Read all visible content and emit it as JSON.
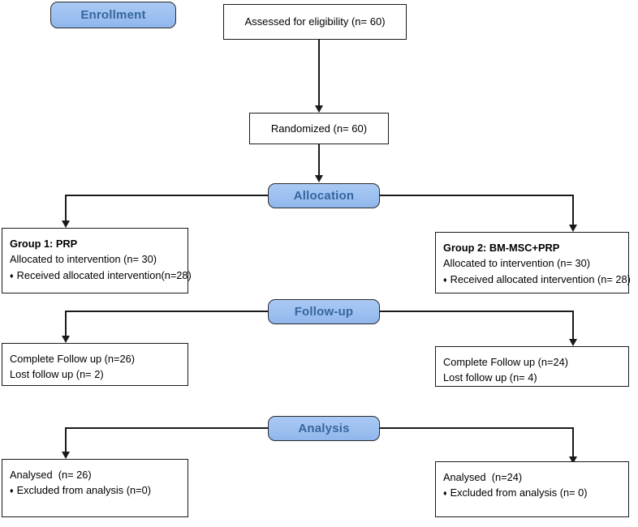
{
  "diagram": {
    "type": "consort-flow-diagram",
    "accent_blue": "#9dc0f0",
    "accent_blue_text": "#36669e",
    "line_color": "#1a1a1a"
  },
  "stages": {
    "enrollment": "Enrollment",
    "allocation": "Allocation",
    "followup": "Follow-up",
    "analysis": "Analysis"
  },
  "nodes": {
    "assessed": {
      "text": "Assessed for eligibility (n= 60)"
    },
    "randomized": {
      "text": "Randomized (n= 60)"
    },
    "group1_alloc": {
      "title": "Group 1: PRP",
      "line1": "Allocated to intervention (n= 30)",
      "bullet1": "Received allocated intervention(n=28)"
    },
    "group2_alloc": {
      "title": "Group 2: BM-MSC+PRP",
      "line1": "Allocated to intervention (n= 30)",
      "bullet1": "Received allocated intervention (n= 28)"
    },
    "group1_followup": {
      "line1": "Complete Follow up (n=26)",
      "line2": "Lost follow up (n= 2)"
    },
    "group2_followup": {
      "line1": "Complete Follow up (n=24)",
      "line2": "Lost follow up (n= 4)"
    },
    "group1_analysis": {
      "line1": "Analysed  (n= 26)",
      "bullet1": "Excluded from analysis (n=0)"
    },
    "group2_analysis": {
      "line1": "Analysed  (n=24)",
      "bullet1": "Excluded from analysis (n= 0)"
    }
  }
}
